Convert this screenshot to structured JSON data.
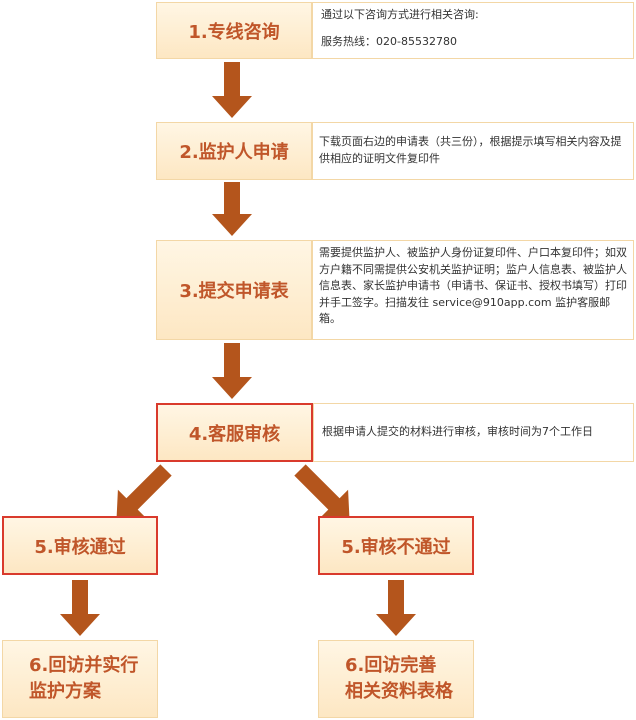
{
  "colors": {
    "arrow": "#b4551c",
    "title_text": "#c0562a",
    "box_border": "#f3d7a6",
    "highlight_border": "#d93a2c"
  },
  "steps": {
    "s1": {
      "title": "1.专线咨询",
      "desc_line1": "通过以下咨询方式进行相关咨询:",
      "desc_line2": "服务热线：020-85532780"
    },
    "s2": {
      "title": "2.监护人申请",
      "desc": "下载页面右边的申请表（共三份），根据提示填写相关内容及提供相应的证明文件复印件"
    },
    "s3": {
      "title": "3.提交申请表",
      "desc": "需要提供监护人、被监护人身份证复印件、户口本复印件；如双方户籍不同需提供公安机关监护证明；监户人信息表、被监护人信息表、家长监护申请书（申请书、保证书、授权书填写）打印并手工签字。扫描发往 service@910app.com 监护客服邮箱。"
    },
    "s4": {
      "title": "4.客服审核",
      "desc": "根据申请人提交的材料进行审核，审核时间为7个工作日"
    },
    "s5a": {
      "title": "5.审核通过"
    },
    "s5b": {
      "title": "5.审核不通过"
    },
    "s6a": {
      "line1": "6.回访并实行",
      "line2": "监护方案"
    },
    "s6b": {
      "line1": "6.回访完善",
      "line2": "相关资料表格"
    }
  }
}
